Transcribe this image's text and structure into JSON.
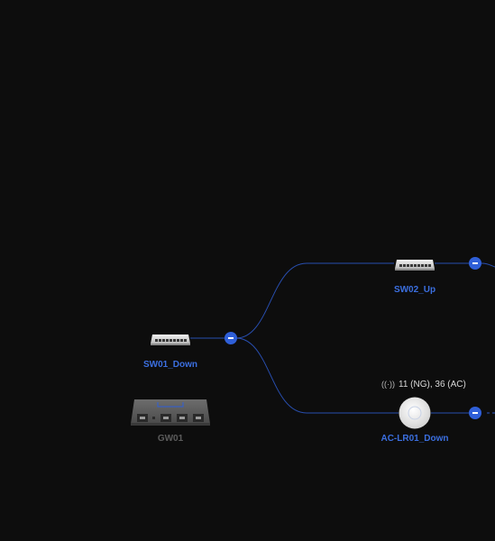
{
  "colors": {
    "background": "#0d0d0d",
    "link": "#2f5fd8",
    "online_label": "#3b6fe0",
    "offline_label": "#5c5c5c"
  },
  "nodes": {
    "sw02": {
      "name": "SW02_Up",
      "icon": "switch-icon",
      "status": "online"
    },
    "sw01": {
      "name": "SW01_Down",
      "icon": "switch-icon",
      "status": "online"
    },
    "ap": {
      "name": "AC-LR01_Down",
      "icon": "access-point-icon",
      "status": "online",
      "channels": "11 (NG), 36 (AC)"
    },
    "gw": {
      "name": "GW01",
      "icon": "gateway-icon",
      "status": "offline"
    }
  },
  "controls": {
    "collapse_icon": "minus-icon"
  }
}
